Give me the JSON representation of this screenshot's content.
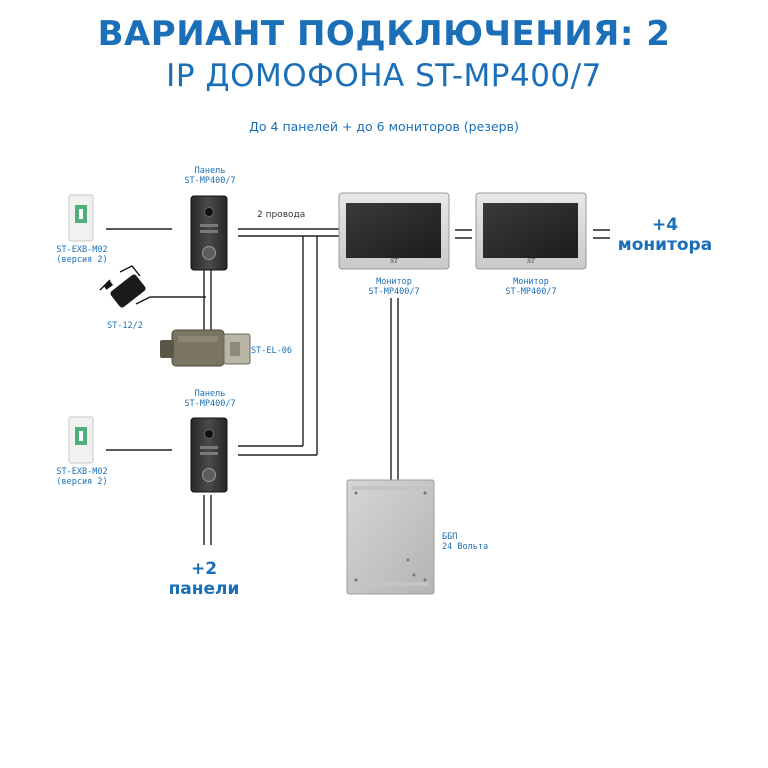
{
  "title": {
    "line1": "ВАРИАНТ ПОДКЛЮЧЕНИЯ: 2",
    "line2": "IP ДОМОФОНА ST-MP400/7"
  },
  "subtitle": "До 4 панелей + до 6 мониторов (резерв)",
  "panel_top": {
    "line1": "Панель",
    "line2": "ST-MP400/7"
  },
  "panel_bottom": {
    "line1": "Панель",
    "line2": "ST-MP400/7"
  },
  "exit_button_top": {
    "line1": "ST-EXB-M02",
    "line2": "(версия 2)"
  },
  "exit_button_bottom": {
    "line1": "ST-EXB-M02",
    "line2": "(версия 2)"
  },
  "power_adapter": "ST-12/2",
  "lock": "ST-EL-06",
  "wires_label": "2 провода",
  "monitor_1": {
    "line1": "Монитор",
    "line2": "ST-MP400/7"
  },
  "monitor_2": {
    "line1": "Монитор",
    "line2": "ST-MP400/7"
  },
  "monitor_brand": "ST",
  "more_monitors": {
    "line1": "+4",
    "line2": "монитора"
  },
  "more_panels": {
    "line1": "+2",
    "line2": "панели"
  },
  "psu": {
    "line1": "ББП",
    "line2": "24 Вольта"
  },
  "colors": {
    "accent": "#1a6fb8",
    "wire": "#222222"
  }
}
